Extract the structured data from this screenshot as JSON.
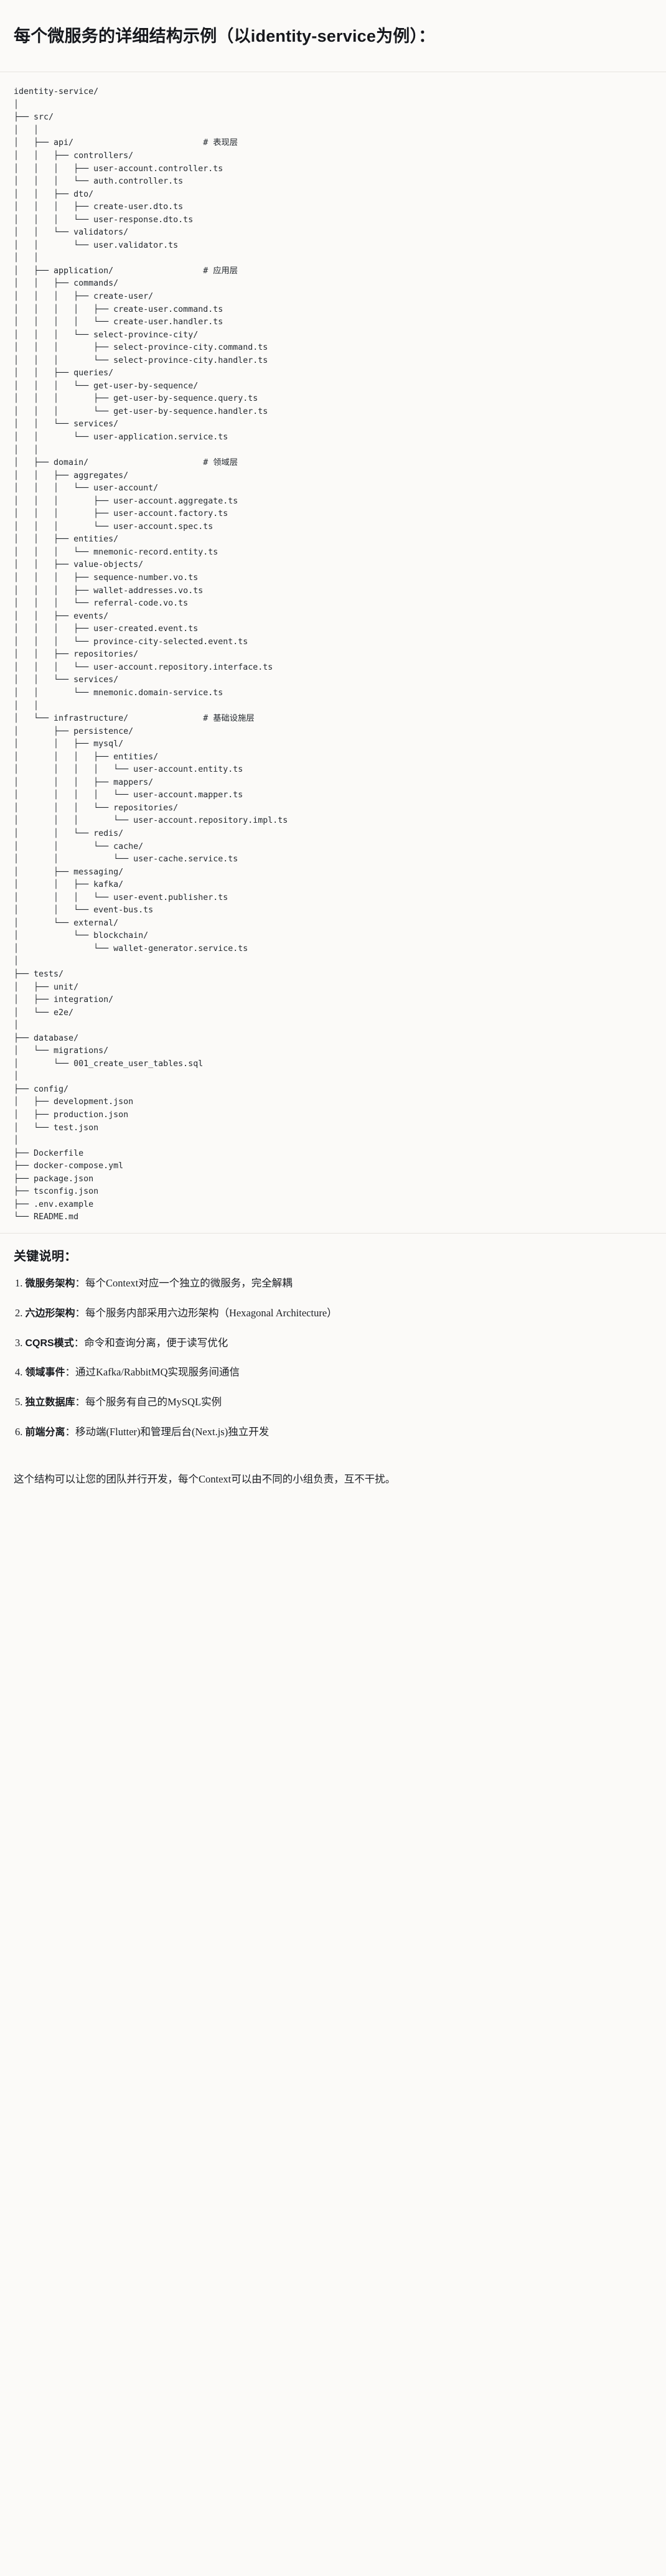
{
  "heading": "每个微服务的详细结构示例（以identity-service为例）：",
  "tree": {
    "root_label": "identity-service/",
    "comments": {
      "api": "# 表现层",
      "application": "# 应用层",
      "domain": "# 领域层",
      "infrastructure": "# 基础设施层"
    },
    "text": "identity-service/\n│\n├── src/\n│   │\n│   ├── api/                          # 表现层\n│   │   ├── controllers/\n│   │   │   ├── user-account.controller.ts\n│   │   │   └── auth.controller.ts\n│   │   ├── dto/\n│   │   │   ├── create-user.dto.ts\n│   │   │   └── user-response.dto.ts\n│   │   └── validators/\n│   │       └── user.validator.ts\n│   │\n│   ├── application/                  # 应用层\n│   │   ├── commands/\n│   │   │   ├── create-user/\n│   │   │   │   ├── create-user.command.ts\n│   │   │   │   └── create-user.handler.ts\n│   │   │   └── select-province-city/\n│   │   │       ├── select-province-city.command.ts\n│   │   │       └── select-province-city.handler.ts\n│   │   ├── queries/\n│   │   │   └── get-user-by-sequence/\n│   │   │       ├── get-user-by-sequence.query.ts\n│   │   │       └── get-user-by-sequence.handler.ts\n│   │   └── services/\n│   │       └── user-application.service.ts\n│   │\n│   ├── domain/                       # 领域层\n│   │   ├── aggregates/\n│   │   │   └── user-account/\n│   │   │       ├── user-account.aggregate.ts\n│   │   │       ├── user-account.factory.ts\n│   │   │       └── user-account.spec.ts\n│   │   ├── entities/\n│   │   │   └── mnemonic-record.entity.ts\n│   │   ├── value-objects/\n│   │   │   ├── sequence-number.vo.ts\n│   │   │   ├── wallet-addresses.vo.ts\n│   │   │   └── referral-code.vo.ts\n│   │   ├── events/\n│   │   │   ├── user-created.event.ts\n│   │   │   └── province-city-selected.event.ts\n│   │   ├── repositories/\n│   │   │   └── user-account.repository.interface.ts\n│   │   └── services/\n│   │       └── mnemonic.domain-service.ts\n│   │\n│   └── infrastructure/               # 基础设施层\n│       ├── persistence/\n│       │   ├── mysql/\n│       │   │   ├── entities/\n│       │   │   │   └── user-account.entity.ts\n│       │   │   ├── mappers/\n│       │   │   │   └── user-account.mapper.ts\n│       │   │   └── repositories/\n│       │   │       └── user-account.repository.impl.ts\n│       │   └── redis/\n│       │       └── cache/\n│       │           └── user-cache.service.ts\n│       ├── messaging/\n│       │   ├── kafka/\n│       │   │   └── user-event.publisher.ts\n│       │   └── event-bus.ts\n│       └── external/\n│           └── blockchain/\n│               └── wallet-generator.service.ts\n│\n├── tests/\n│   ├── unit/\n│   ├── integration/\n│   └── e2e/\n│\n├── database/\n│   └── migrations/\n│       └── 001_create_user_tables.sql\n│\n├── config/\n│   ├── development.json\n│   ├── production.json\n│   └── test.json\n│\n├── Dockerfile\n├── docker-compose.yml\n├── package.json\n├── tsconfig.json\n├── .env.example\n└── README.md"
  },
  "notes": {
    "title": "关键说明：",
    "items": [
      {
        "term": "微服务架构",
        "sep": "：",
        "desc": "每个Context对应一个独立的微服务，完全解耦"
      },
      {
        "term": "六边形架构",
        "sep": "：",
        "desc": "每个服务内部采用六边形架构（Hexagonal Architecture）"
      },
      {
        "term": "CQRS模式",
        "sep": "：",
        "desc": "命令和查询分离，便于读写优化"
      },
      {
        "term": "领域事件",
        "sep": "：",
        "desc": "通过Kafka/RabbitMQ实现服务间通信"
      },
      {
        "term": "独立数据库",
        "sep": "：",
        "desc": "每个服务有自己的MySQL实例"
      },
      {
        "term": "前端分离",
        "sep": "：",
        "desc": "移动端(Flutter)和管理后台(Next.js)独立开发"
      }
    ],
    "closing": "这个结构可以让您的团队并行开发，每个Context可以由不同的小组负责，互不干扰。"
  },
  "colors": {
    "page_bg": "#fbfaf8",
    "text": "#1a1a1a",
    "code_text": "#24292f",
    "rule": "#e6e4e0"
  }
}
